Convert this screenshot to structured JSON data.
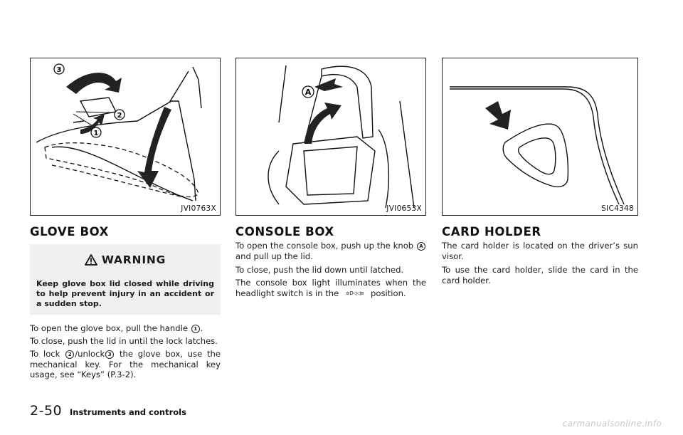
{
  "figures": {
    "glove_box": {
      "code": "JVI0763X",
      "callouts": [
        "3",
        "2",
        "1"
      ]
    },
    "console_box": {
      "code": "JVI0653X",
      "callout": "A"
    },
    "card_holder": {
      "code": "SIC4348"
    }
  },
  "glove_box": {
    "title": "GLOVE BOX",
    "warning": {
      "label": "WARNING",
      "text": "Keep glove box lid closed while driving to help prevent injury in an accident or a sudden stop."
    },
    "p1_before": "To open the glove box, pull the handle",
    "p1_ref": "1",
    "p1_after": ".",
    "p2": "To close, push the lid in until the lock latches.",
    "p3_a": "To lock",
    "p3_ref1": "2",
    "p3_b": "/unlock",
    "p3_ref2": "3",
    "p3_c": "the glove box, use the mechanical key. For the mechanical key usage, see “Keys” (P.3-2)."
  },
  "console_box": {
    "title": "CONSOLE BOX",
    "p1_before": "To open the console box, push up the knob",
    "p1_ref": "A",
    "p1_after": "and pull up the lid.",
    "p2": "To close, push the lid down until latched.",
    "p3_before": "The console box light illuminates when the headlight switch is in the",
    "p3_symbol": "≡D◁◁≡",
    "p3_after": "position."
  },
  "card_holder": {
    "title": "CARD HOLDER",
    "p1": "The card holder is located on the driver’s sun visor.",
    "p2": "To use the card holder, slide the card in the card holder."
  },
  "footer": {
    "page_number": "2-50",
    "section": "Instruments and controls",
    "watermark": "carmanualsonline.info"
  }
}
